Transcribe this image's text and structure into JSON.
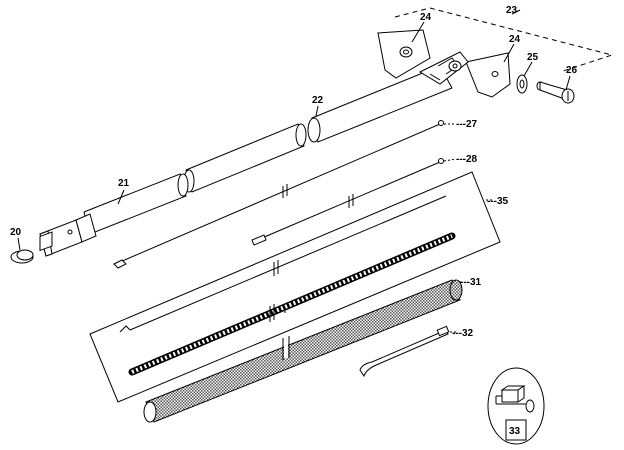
{
  "labels": {
    "p20": "20",
    "p21": "21",
    "p22": "22",
    "p23": "23",
    "p24a": "24",
    "p24b": "24",
    "p25": "25",
    "p26": "26",
    "p27": "27",
    "p28": "28",
    "p31": "31",
    "p32": "32",
    "p33": "33",
    "p35": "35"
  }
}
